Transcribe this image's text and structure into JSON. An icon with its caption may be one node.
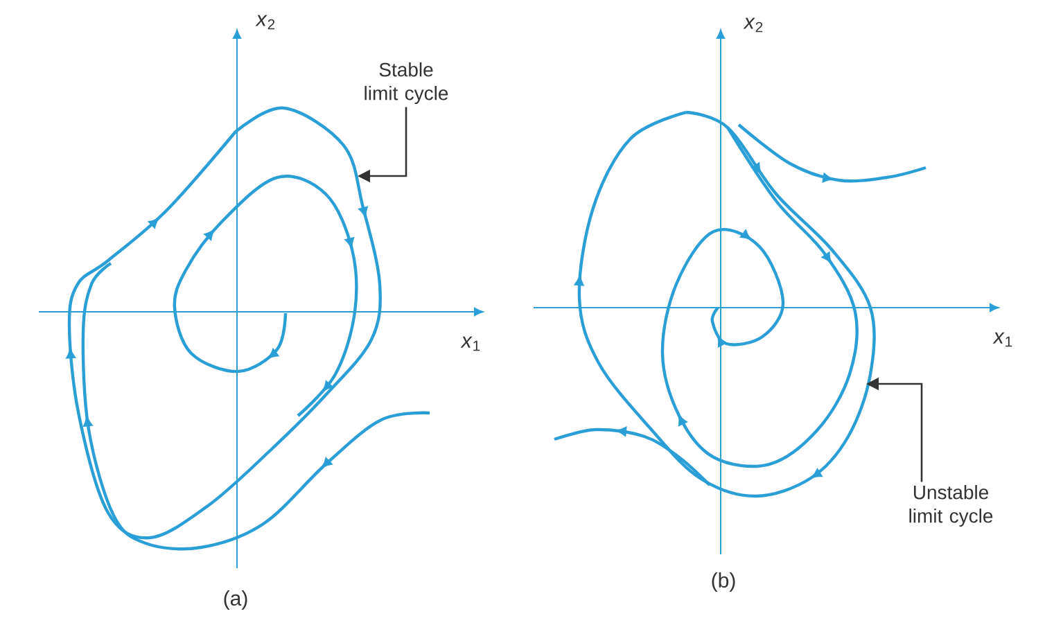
{
  "diagram": {
    "nodes": [
      {
        "text": [
          "Stable limit cycle"
        ]
      },
      {
        "text": [
          "Unstable limit cycle"
        ]
      },
      {
        "text": [],
        "shape": "curve"
      },
      {
        "text": [],
        "shape": "curve"
      }
    ],
    "edges": [
      {
        "from": 0,
        "to": 2,
        "arrow": "to"
      },
      {
        "from": 1,
        "to": 3,
        "arrow": "to"
      }
    ],
    "labels": [
      "*x*$_{2}$",
      "*x*$_{1}$",
      "(a)",
      "*x*$_{2}$",
      "*x*$_{1}$",
      "(b)"
    ]
  }
}
